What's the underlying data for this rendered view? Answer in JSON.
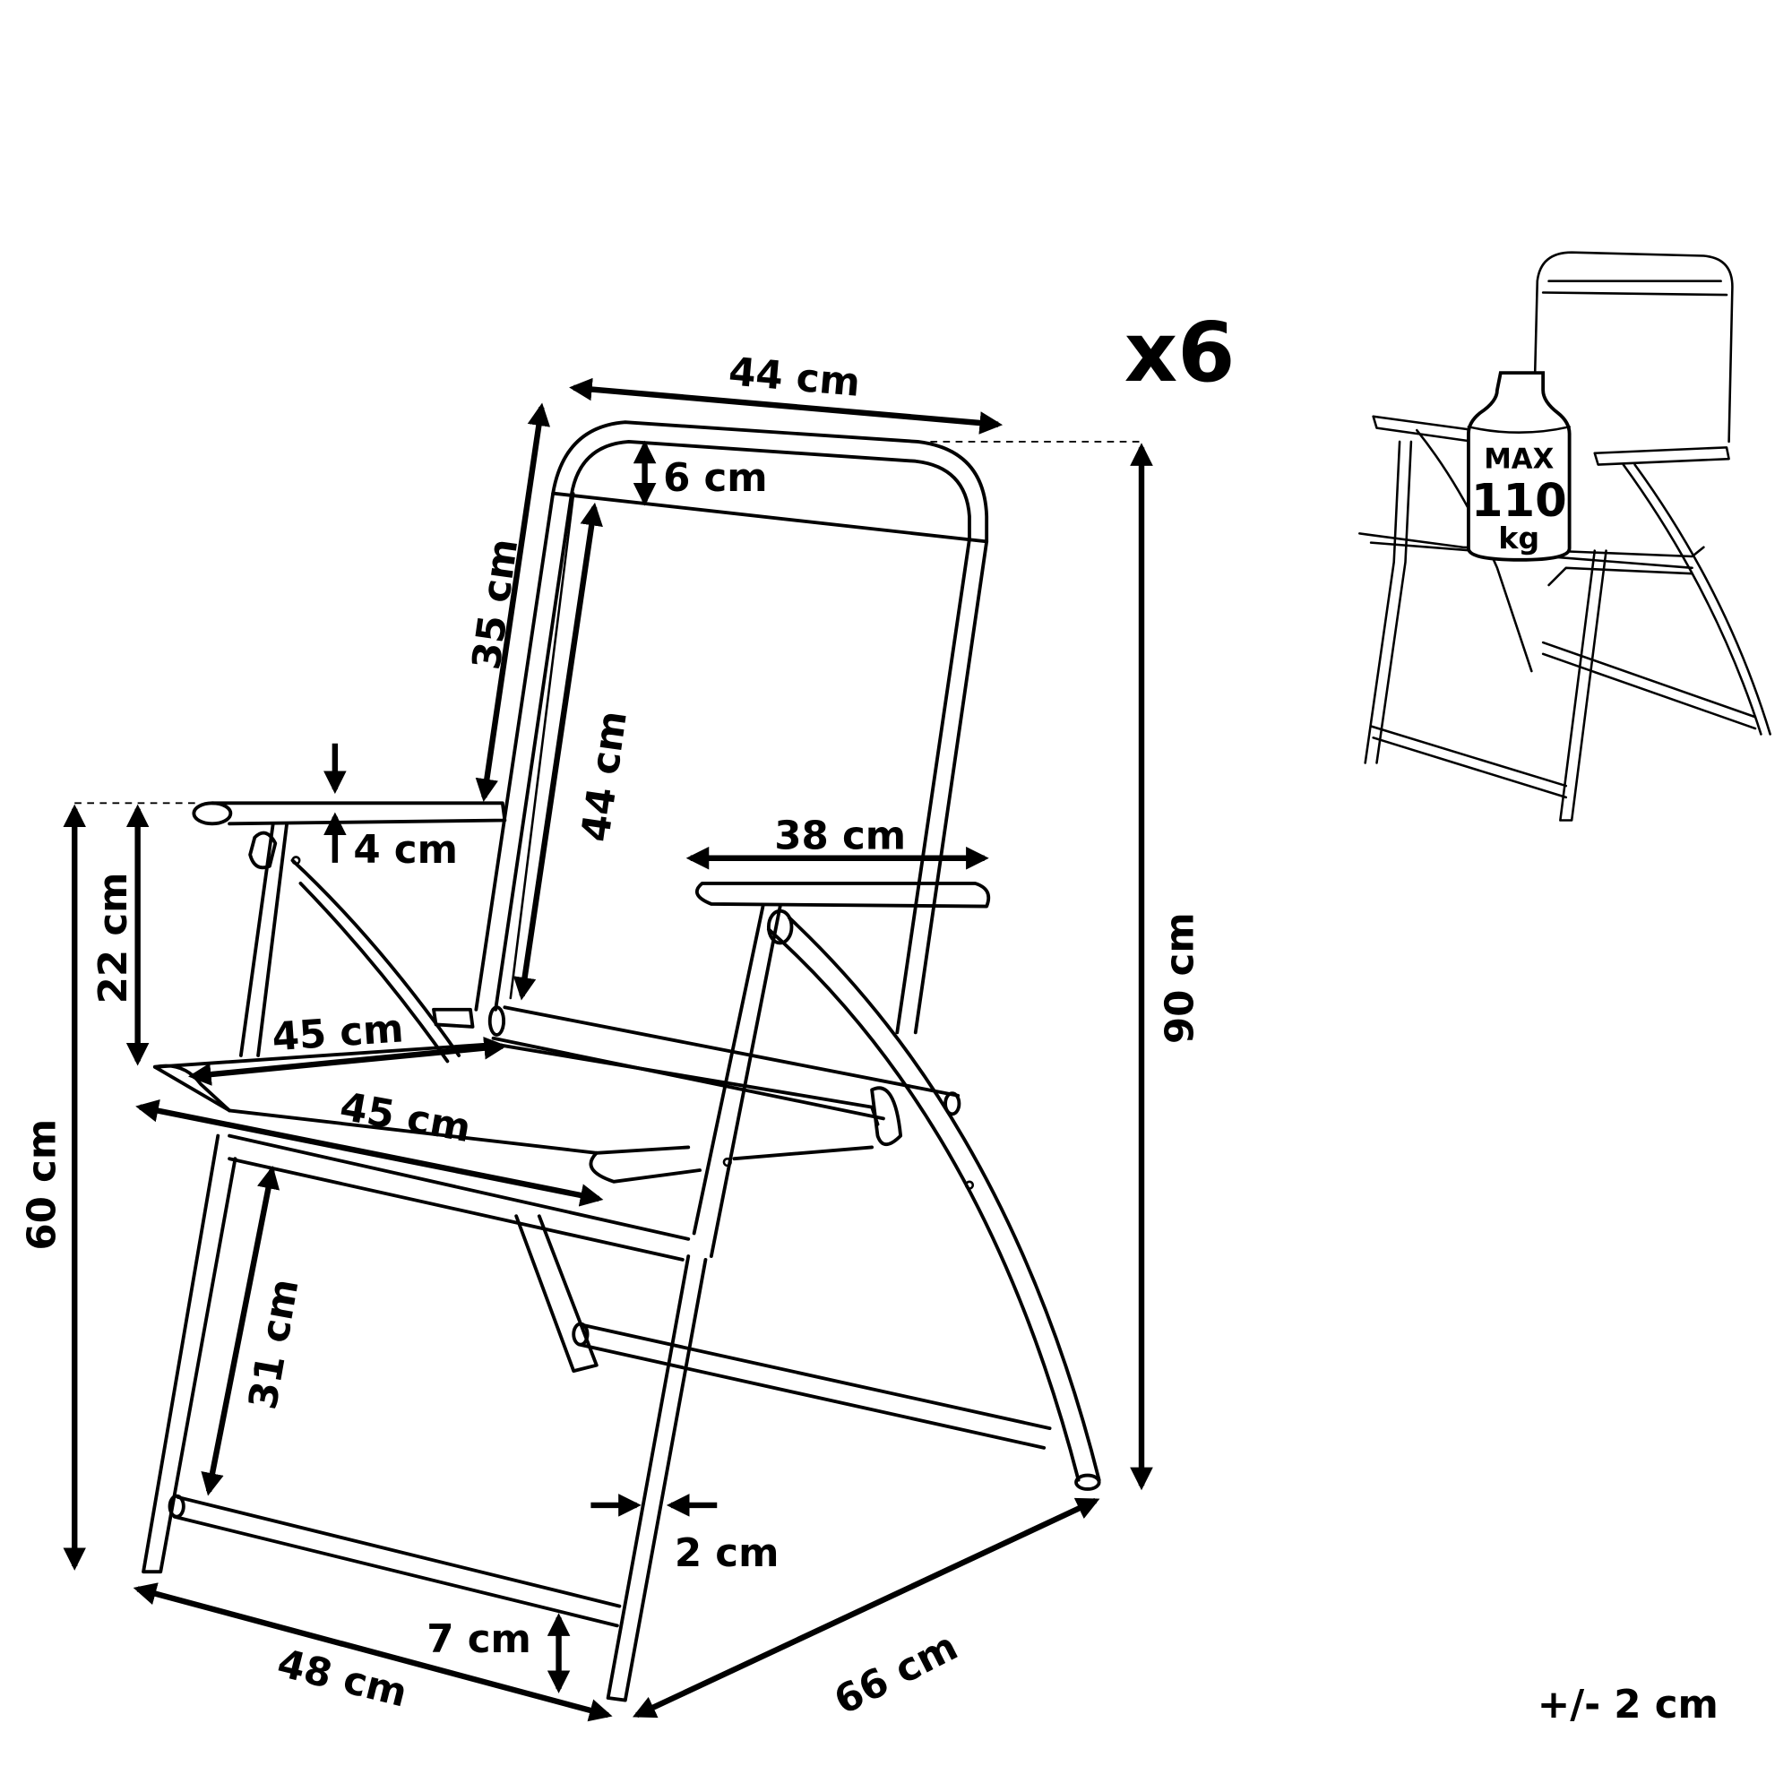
{
  "quantity": "x6",
  "tolerance": "+/- 2 cm",
  "dimensions": {
    "backrest_width": "44 cm",
    "top_band": "6 cm",
    "backrest_side": "35 cm",
    "backrest_height": "44 cm",
    "armrest_thickness": "4 cm",
    "armrest_length": "38 cm",
    "armrest_height": "22 cm",
    "seat_depth": "45 cm",
    "seat_width": "45 cm",
    "seat_height": "60 cm",
    "total_height": "90 cm",
    "under_seat": "31 cm",
    "tube_diameter": "2 cm",
    "crossbar_height": "7 cm",
    "width": "48 cm",
    "depth": "66 cm"
  },
  "max_load": {
    "label": "MAX",
    "value": "110",
    "unit": "kg"
  }
}
